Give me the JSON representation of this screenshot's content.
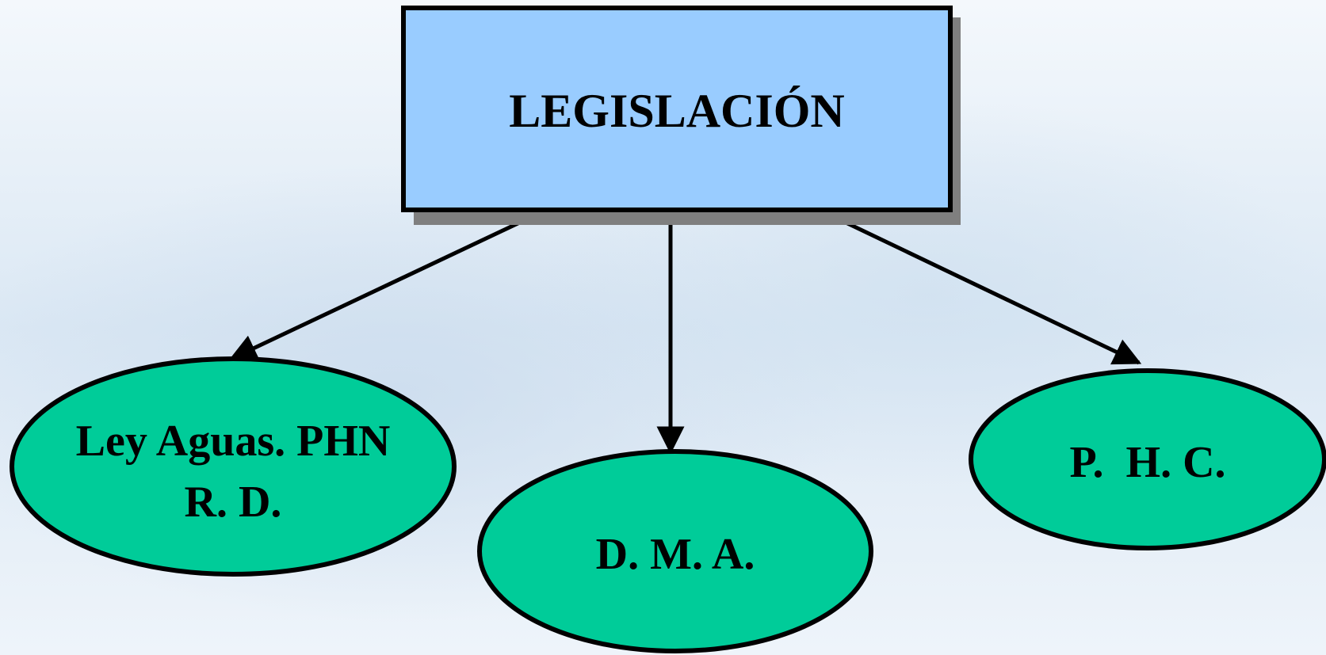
{
  "colors": {
    "root_fill": "#99ccff",
    "root_shadow": "#7f7f7f",
    "leaf_fill": "#00cc99",
    "stroke": "#000000",
    "background_top": "#f4f8fc",
    "background_mid": "#dbe8f4",
    "background_bottom": "#eef4fa"
  },
  "root": {
    "label": "LEGISLACIÓN"
  },
  "leaves": [
    {
      "lines": [
        "Ley Aguas. PHN",
        "R. D."
      ]
    },
    {
      "lines": [
        "D. M. A."
      ]
    },
    {
      "lines": [
        "P.  H. C."
      ]
    }
  ]
}
